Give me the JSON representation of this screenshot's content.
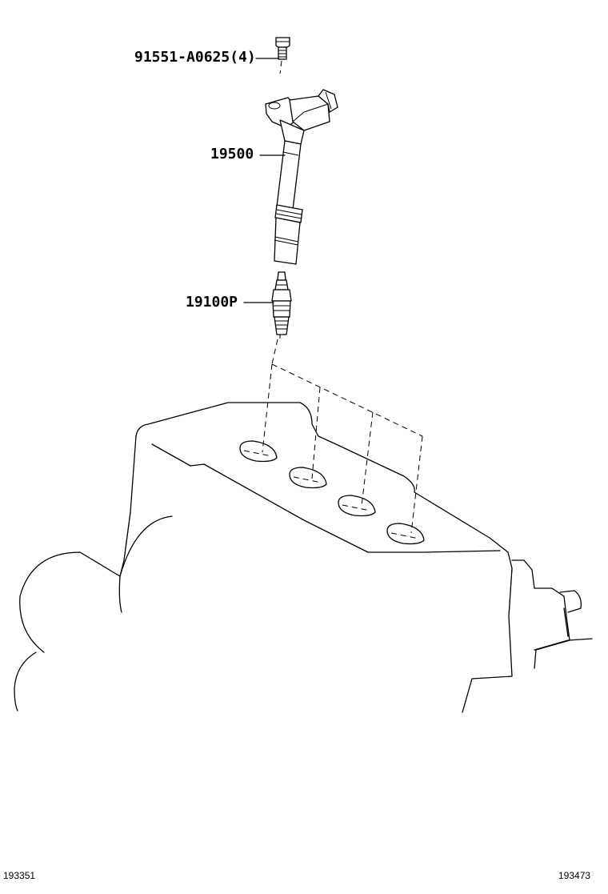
{
  "parts": {
    "bolt": {
      "number": "91551-A0625(4)",
      "icon": "bolt-icon"
    },
    "ignition_coil": {
      "number": "19500",
      "icon": "ignition-coil-icon"
    },
    "spark_plug": {
      "number": "19100P",
      "icon": "spark-plug-icon"
    }
  },
  "footer": {
    "left_id": "193351",
    "right_id": "193473"
  }
}
